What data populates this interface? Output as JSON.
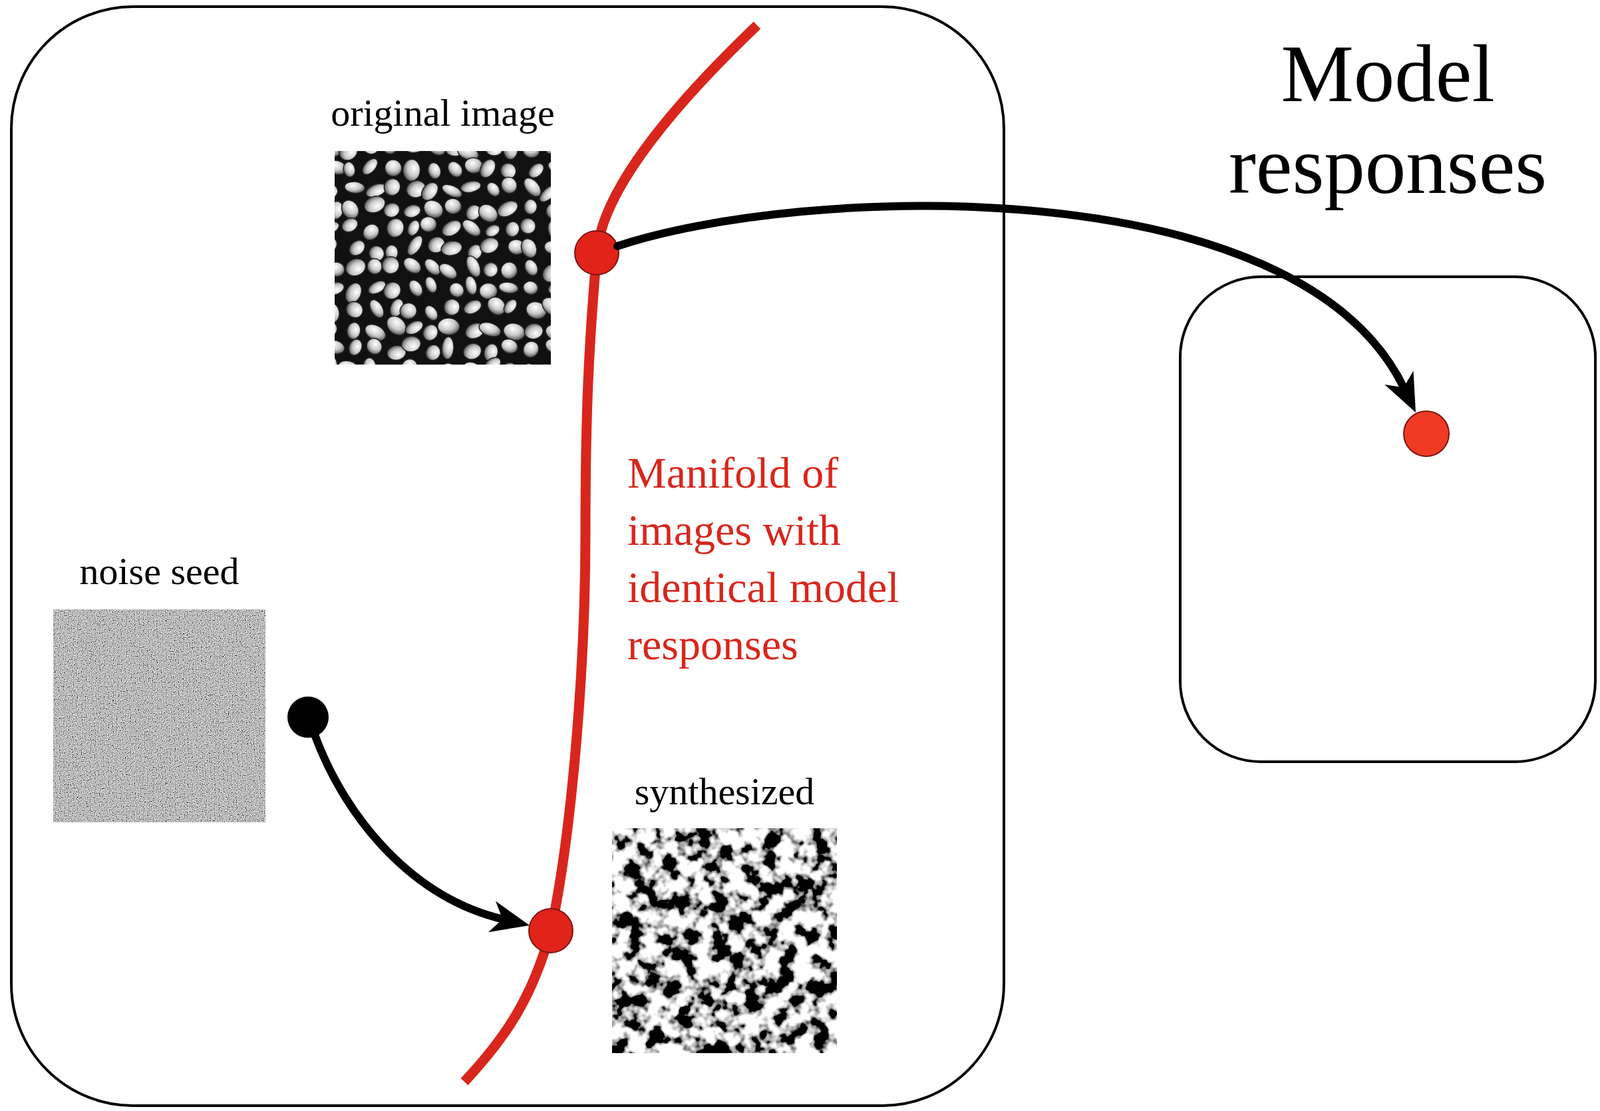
{
  "diagram": {
    "nodes": [
      {
        "text": [
          "Manifold of images with identical model responses"
        ]
      },
      {
        "text": [
          "original image"
        ],
        "in": 0
      },
      {
        "text": [
          "noise seed"
        ],
        "in": 0
      },
      {
        "text": [
          "synthesized"
        ],
        "in": 0
      },
      {
        "text": [
          "Model responses"
        ]
      }
    ],
    "edges": [
      {
        "from": 1,
        "to": 4,
        "arrow": "to"
      },
      {
        "from": 2,
        "to": 3,
        "arrow": "to"
      }
    ]
  }
}
